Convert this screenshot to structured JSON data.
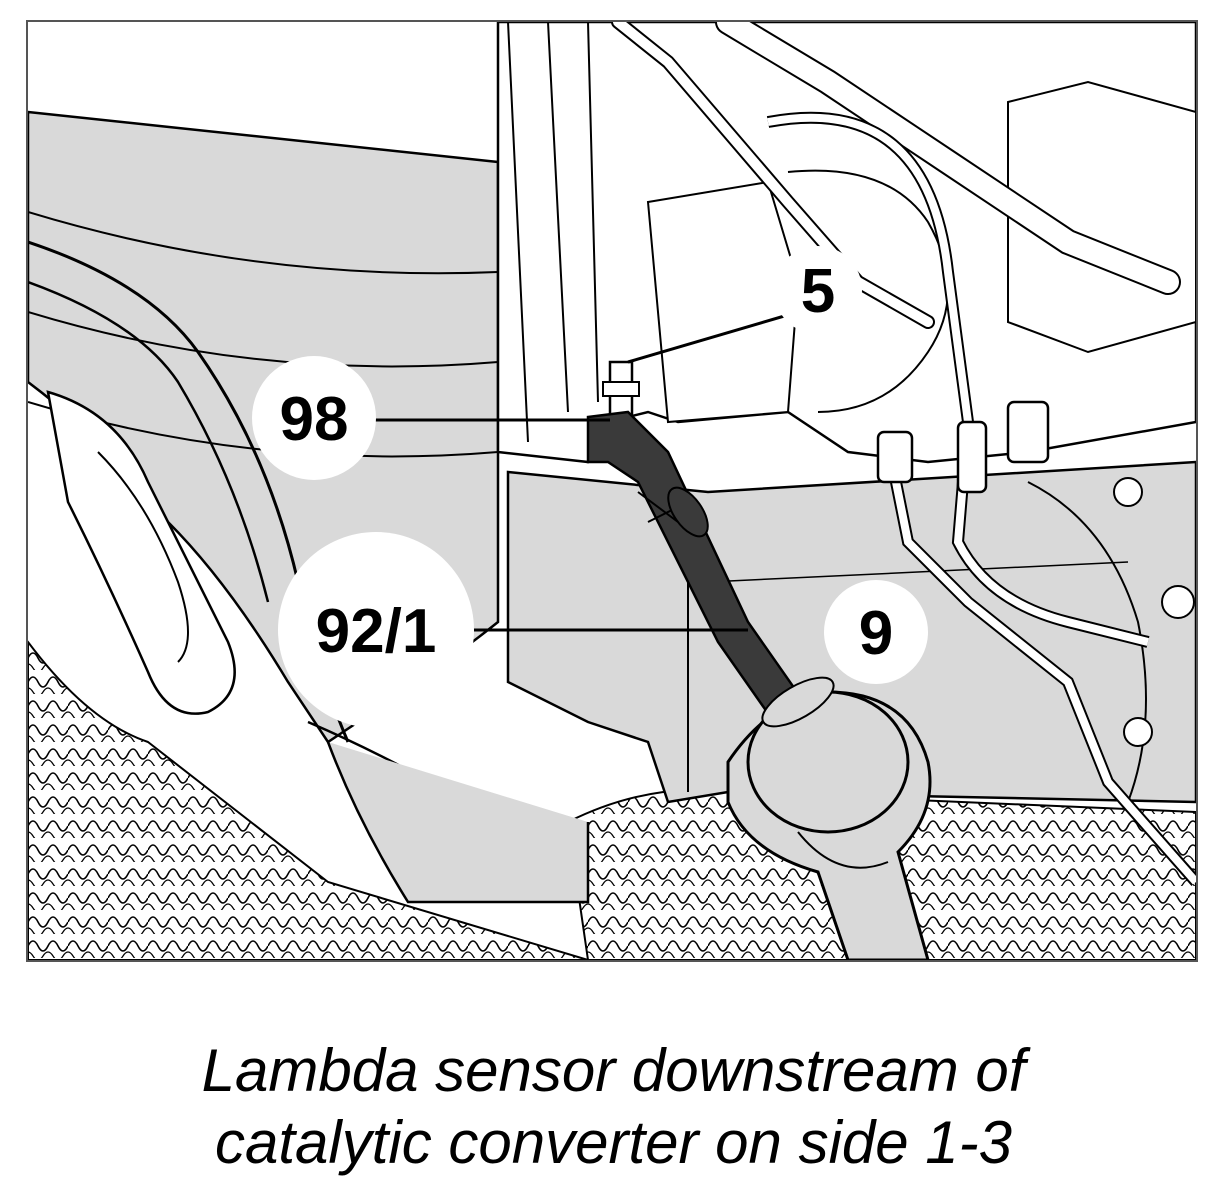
{
  "figure": {
    "callouts": [
      {
        "id": "5",
        "text": "5"
      },
      {
        "id": "98",
        "text": "98"
      },
      {
        "id": "92-1",
        "text": "92/1"
      },
      {
        "id": "9",
        "text": "9"
      }
    ]
  },
  "caption": {
    "line1": "Lambda sensor downstream of",
    "line2": "catalytic converter on side 1-3"
  },
  "colors": {
    "line_art": "#000000",
    "shaded_part": "#d9d9d9",
    "tool": "#3a3a3a",
    "background": "#ffffff"
  }
}
